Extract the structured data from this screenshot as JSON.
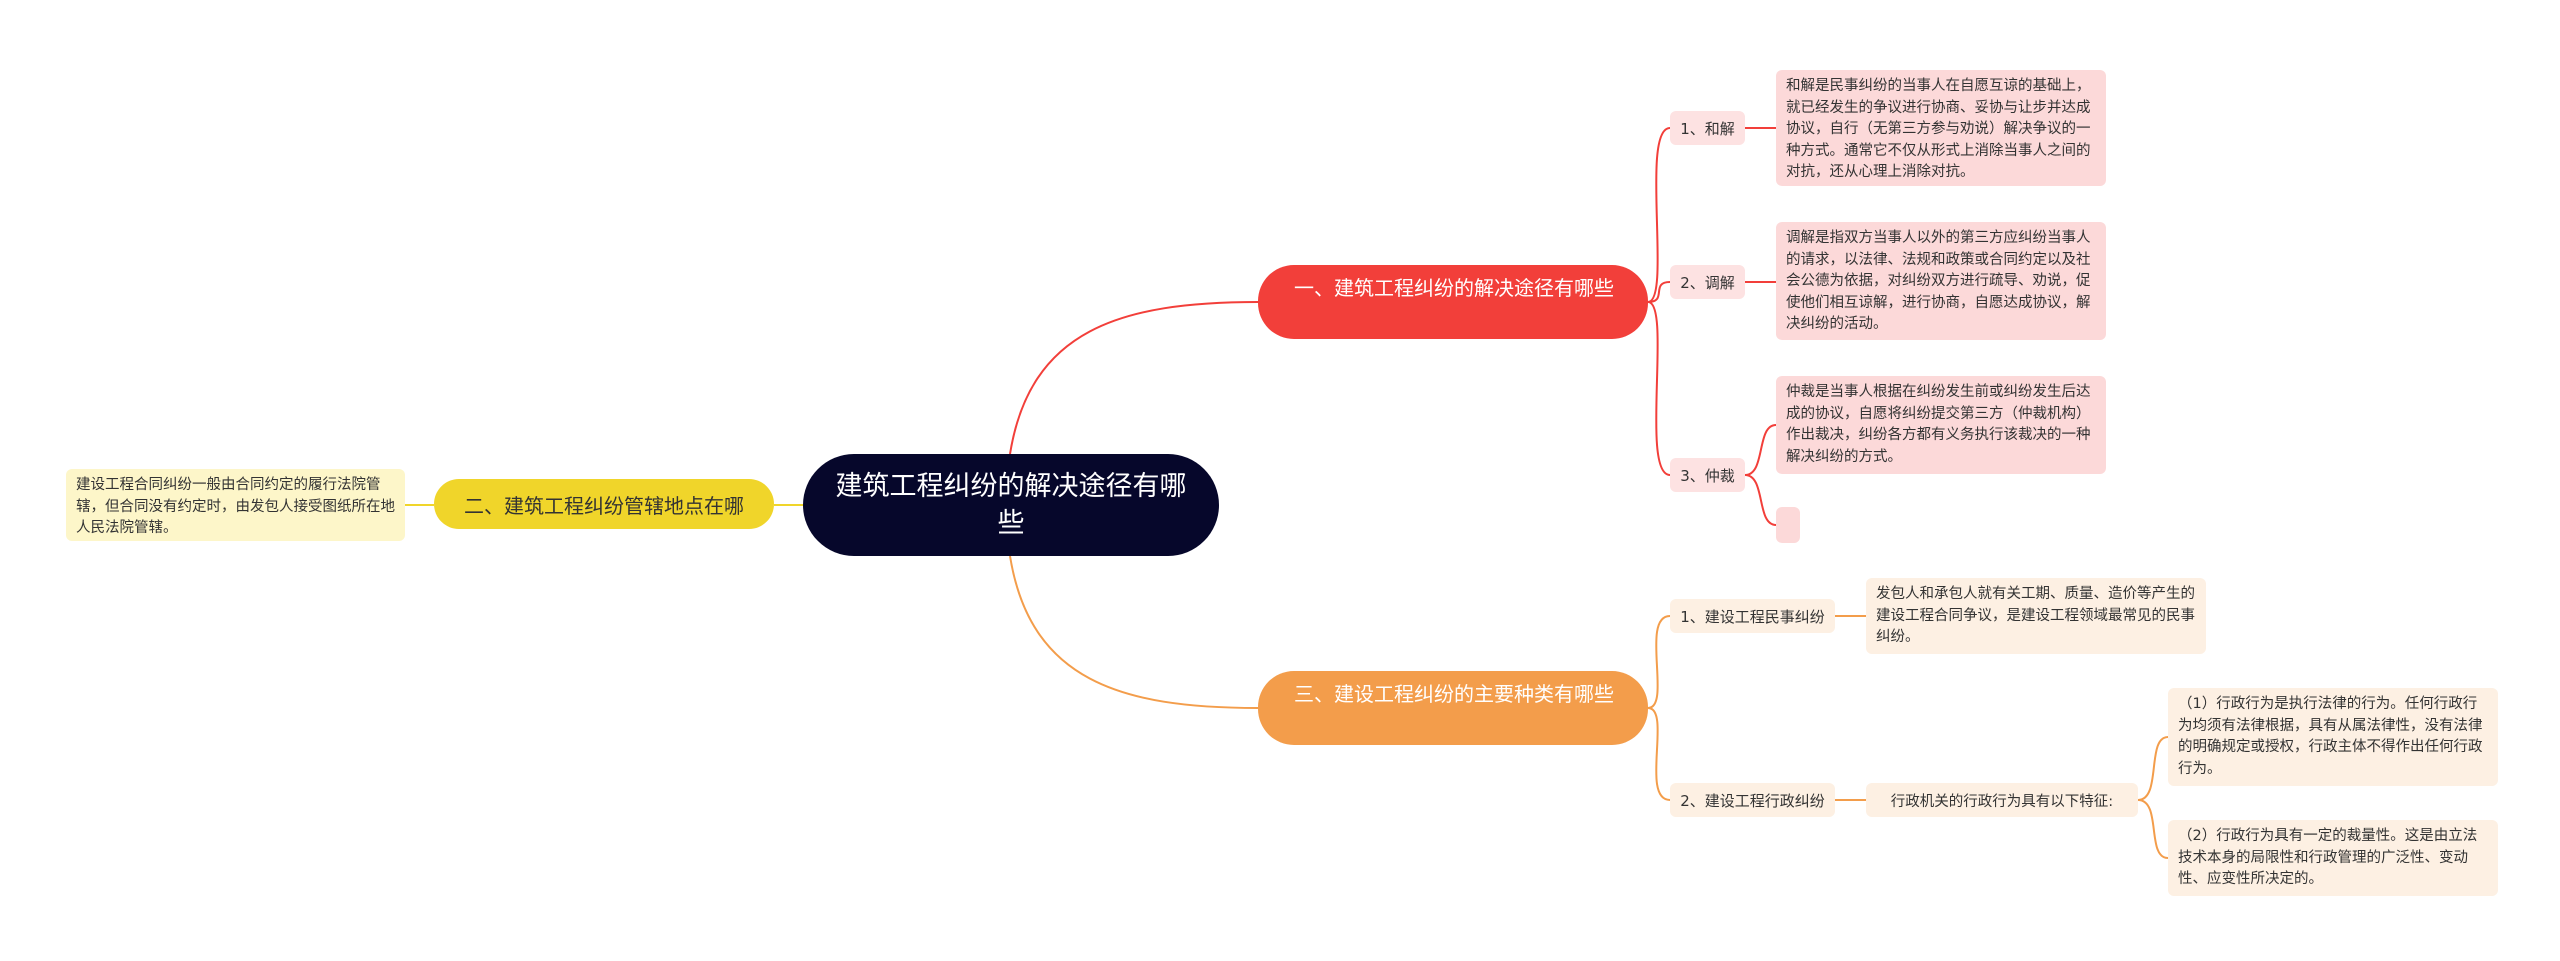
{
  "root": {
    "title": "建筑工程纠纷的解决途径有哪些"
  },
  "branch1": {
    "title": "一、建筑工程纠纷的解决途径有哪些",
    "items": [
      {
        "label": "1、和解",
        "text": "和解是民事纠纷的当事人在自愿互谅的基础上，就已经发生的争议进行协商、妥协与让步并达成协议，自行（无第三方参与劝说）解决争议的一种方式。通常它不仅从形式上消除当事人之间的对抗，还从心理上消除对抗。"
      },
      {
        "label": "2、调解",
        "text": "调解是指双方当事人以外的第三方应纠纷当事人的请求，以法律、法规和政策或合同约定以及社会公德为依据，对纠纷双方进行疏导、劝说，促使他们相互谅解，进行协商，自愿达成协议，解决纠纷的活动。"
      },
      {
        "label": "3、仲裁",
        "text": "仲裁是当事人根据在纠纷发生前或纠纷发生后达成的协议，自愿将纠纷提交第三方（仲裁机构）作出裁决，纠纷各方都有义务执行该裁决的一种解决纠纷的方式。",
        "extra": ""
      }
    ]
  },
  "branch2": {
    "title": "二、建筑工程纠纷管辖地点在哪",
    "leaf": "建设工程合同纠纷一般由合同约定的履行法院管辖，但合同没有约定时，由发包人接受图纸所在地人民法院管辖。"
  },
  "branch3": {
    "title": "三、建设工程纠纷的主要种类有哪些",
    "items": [
      {
        "label": "1、建设工程民事纠纷",
        "text": "发包人和承包人就有关工期、质量、造价等产生的建设工程合同争议，是建设工程领域最常见的民事纠纷。"
      },
      {
        "label": "2、建设工程行政纠纷",
        "mid": "行政机关的行政行为具有以下特征:",
        "leaves": [
          "（1）行政行为是执行法律的行为。任何行政行为均须有法律根据，具有从属法律性，没有法律的明确规定或授权，行政主体不得作出任何行政行为。",
          "（2）行政行为具有一定的裁量性。这是由立法技术本身的局限性和行政管理的广泛性、变动性、应变性所决定的。"
        ]
      }
    ]
  },
  "colors": {
    "red": "#f23f3a",
    "orange": "#f39d4b",
    "yellow": "#f0d52a",
    "root": "#06072b"
  }
}
